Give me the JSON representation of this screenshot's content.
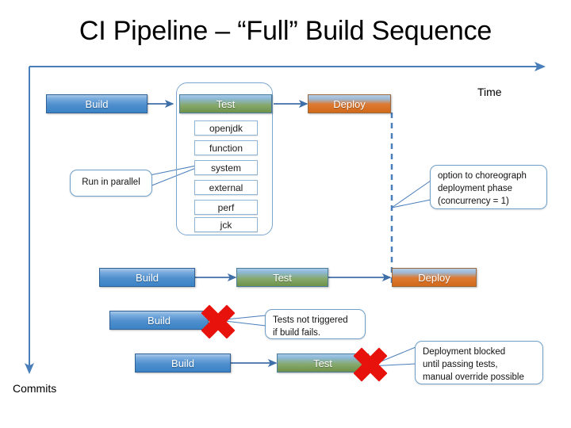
{
  "slide": {
    "title": "CI Pipeline – “Full” Build Sequence"
  },
  "axes": {
    "time_label": "Time",
    "commits_label": "Commits",
    "axis_color": "#4a7ebb"
  },
  "colors": {
    "build": "#4f8fcd",
    "test": "#7fa055",
    "deploy": "#dd7a33",
    "x_mark": "#e8120c",
    "callout_border": "#6f9fc8",
    "chip_border": "#8fb4d6",
    "group_border": "#7ba7cf"
  },
  "rows": [
    {
      "name": "full-build-sequence",
      "stages": [
        {
          "label": "Build",
          "kind": "build"
        },
        {
          "label": "Test",
          "kind": "test"
        },
        {
          "label": "Deploy",
          "kind": "deploy"
        }
      ]
    },
    {
      "name": "second-sequence",
      "stages": [
        {
          "label": "Build",
          "kind": "build"
        },
        {
          "label": "Test",
          "kind": "test"
        },
        {
          "label": "Deploy",
          "kind": "deploy"
        }
      ]
    },
    {
      "name": "failed-build-sequence",
      "stages": [
        {
          "label": "Build",
          "kind": "build"
        }
      ]
    },
    {
      "name": "failed-test-sequence",
      "stages": [
        {
          "label": "Build",
          "kind": "build"
        },
        {
          "label": "Test",
          "kind": "test"
        }
      ]
    }
  ],
  "parallel_tests": [
    {
      "label": "openjdk"
    },
    {
      "label": "function"
    },
    {
      "label": "system"
    },
    {
      "label": "external"
    },
    {
      "label": "perf"
    },
    {
      "label": "jck"
    }
  ],
  "callouts": {
    "run_in_parallel": "Run in parallel",
    "choreograph": "option to choreograph deployment phase (concurrency = 1)",
    "choreograph_lines": [
      "option to choreograph",
      "deployment phase",
      "(concurrency = 1)"
    ],
    "tests_not_triggered_lines": [
      "Tests not triggered",
      "if build fails."
    ],
    "deployment_blocked_lines": [
      "Deployment blocked",
      "until passing tests,",
      "manual override possible"
    ]
  }
}
